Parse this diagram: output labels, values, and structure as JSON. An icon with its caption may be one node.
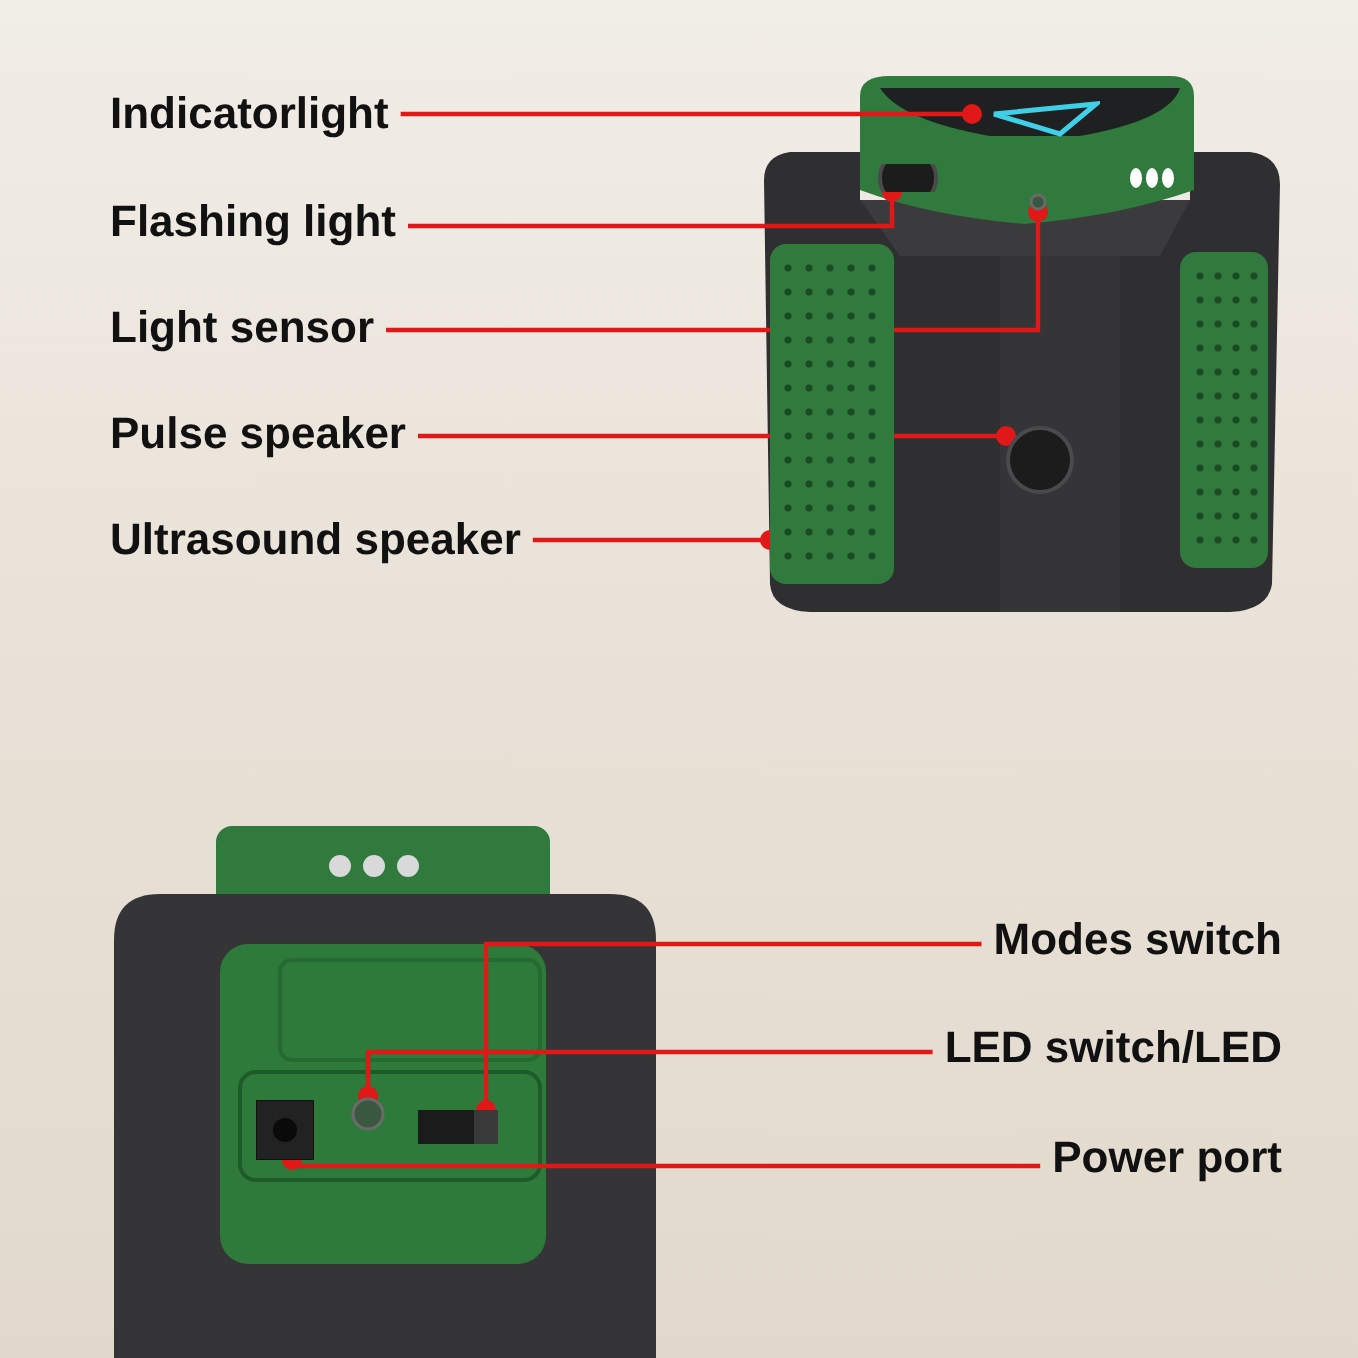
{
  "diagram": {
    "nodes": [
      {
        "text": [
          "Indicatorlight"
        ]
      },
      {
        "text": [
          "Flashing light"
        ]
      },
      {
        "text": [
          "Light sensor"
        ]
      },
      {
        "text": [
          "Pulse speaker"
        ]
      },
      {
        "text": [
          "Ultrasound speaker"
        ]
      },
      {
        "text": [],
        "shape": "triangle"
      },
      {
        "text": [],
        "shape": "circle"
      },
      {
        "text": [],
        "shape": "circle"
      },
      {
        "text": [],
        "shape": "circle"
      },
      {
        "text": [],
        "shape": "box"
      },
      {
        "text": [
          "Modes switch"
        ]
      },
      {
        "text": [
          "LED switch/LED"
        ]
      },
      {
        "text": [
          "Power port"
        ]
      },
      {
        "text": [],
        "shape": "box"
      },
      {
        "text": [],
        "shape": "circle"
      },
      {
        "text": [],
        "shape": "box"
      }
    ],
    "edges": [
      {
        "from": 0,
        "to": 5,
        "arrow": "other"
      },
      {
        "from": 1,
        "to": 6,
        "arrow": "other"
      },
      {
        "from": 2,
        "to": 7,
        "arrow": "other"
      },
      {
        "from": 3,
        "to": 8,
        "arrow": "other"
      },
      {
        "from": 4,
        "to": 9,
        "arrow": "other"
      },
      {
        "from": 10,
        "to": 13,
        "arrow": "other"
      },
      {
        "from": 11,
        "to": 14,
        "arrow": "other"
      },
      {
        "from": 12,
        "to": 15,
        "arrow": "other"
      }
    ]
  }
}
